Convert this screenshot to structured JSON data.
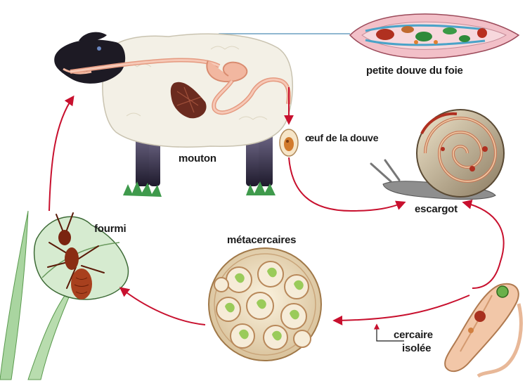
{
  "labels": {
    "fluke": "petite douve du foie",
    "sheep": "mouton",
    "egg": "œuf de la douve",
    "snail": "escargot",
    "ant": "fourmi",
    "metacercariae": "métacercaires",
    "cercaria_line1": "cercaire",
    "cercaria_line2": "isolée"
  },
  "colors": {
    "arrow": "#c8102e",
    "wool": "#f3f0e6",
    "sheep_head": "#1d1a24",
    "legs": "#3a3550",
    "grass": "#3f9a4c",
    "intestine": "#f2b7a0",
    "liver": "#6b2b1f",
    "ant": "#7a2410",
    "leaf": "#d6ebd0",
    "snail_shell": "#e8dcc0",
    "cyst_bg": "#f4e4c8",
    "fluke_body": "#e8a4b0"
  },
  "icons": {
    "sheep": "sheep-illustration",
    "fluke": "liver-fluke-illustration",
    "egg": "fluke-egg-illustration",
    "snail": "snail-illustration",
    "ant": "ant-illustration",
    "cyst": "metacercariae-cyst-illustration",
    "cercaria": "cercaria-illustration"
  }
}
